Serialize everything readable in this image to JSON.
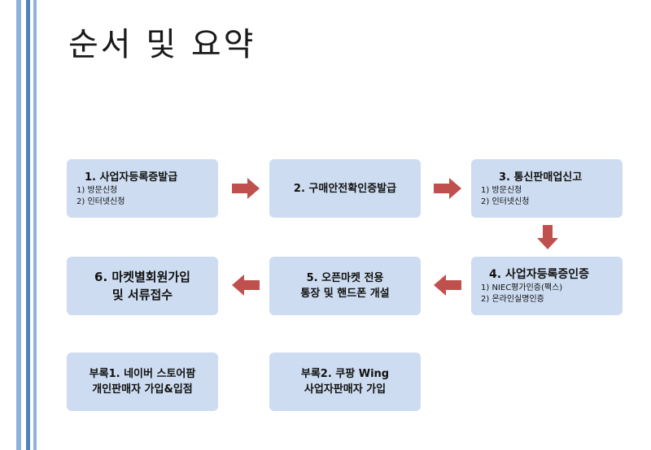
{
  "title": "순서 및 요약",
  "colors": {
    "box_fill": "#cddcf0",
    "arrow": "#c0504d",
    "stripe_dark": "#4f81bd",
    "stripe_light": "#8fb0dc"
  },
  "steps": [
    {
      "title": "1. 사업자등록증발급",
      "notes": [
        "1) 방문신청",
        "2) 인터넷신청"
      ]
    },
    {
      "title": "2. 구매안전확인증발급",
      "notes": []
    },
    {
      "title": "3. 통신판매업신고",
      "notes": [
        "1) 방문신청",
        "2) 인터넷신청"
      ]
    },
    {
      "title": "4. 사업자등록증인증",
      "notes": [
        "1) NIEC평가인증(팩스)",
        "2) 온라인실명인증"
      ]
    },
    {
      "title_lines": [
        "5. 오픈마켓 전용",
        "통장 및 핸드폰 개설"
      ]
    },
    {
      "title_lines": [
        "6. 마켓별회원가입",
        "및 서류접수"
      ]
    }
  ],
  "appendix": [
    {
      "title_lines": [
        "부록1. 네이버 스토어팜",
        "개인판매자 가입&입점"
      ]
    },
    {
      "title_lines": [
        "부록2. 쿠팡 Wing",
        "사업자판매자 가입"
      ]
    }
  ],
  "arrows": [
    "arrow-right",
    "arrow-right",
    "arrow-down",
    "arrow-left",
    "arrow-left"
  ]
}
